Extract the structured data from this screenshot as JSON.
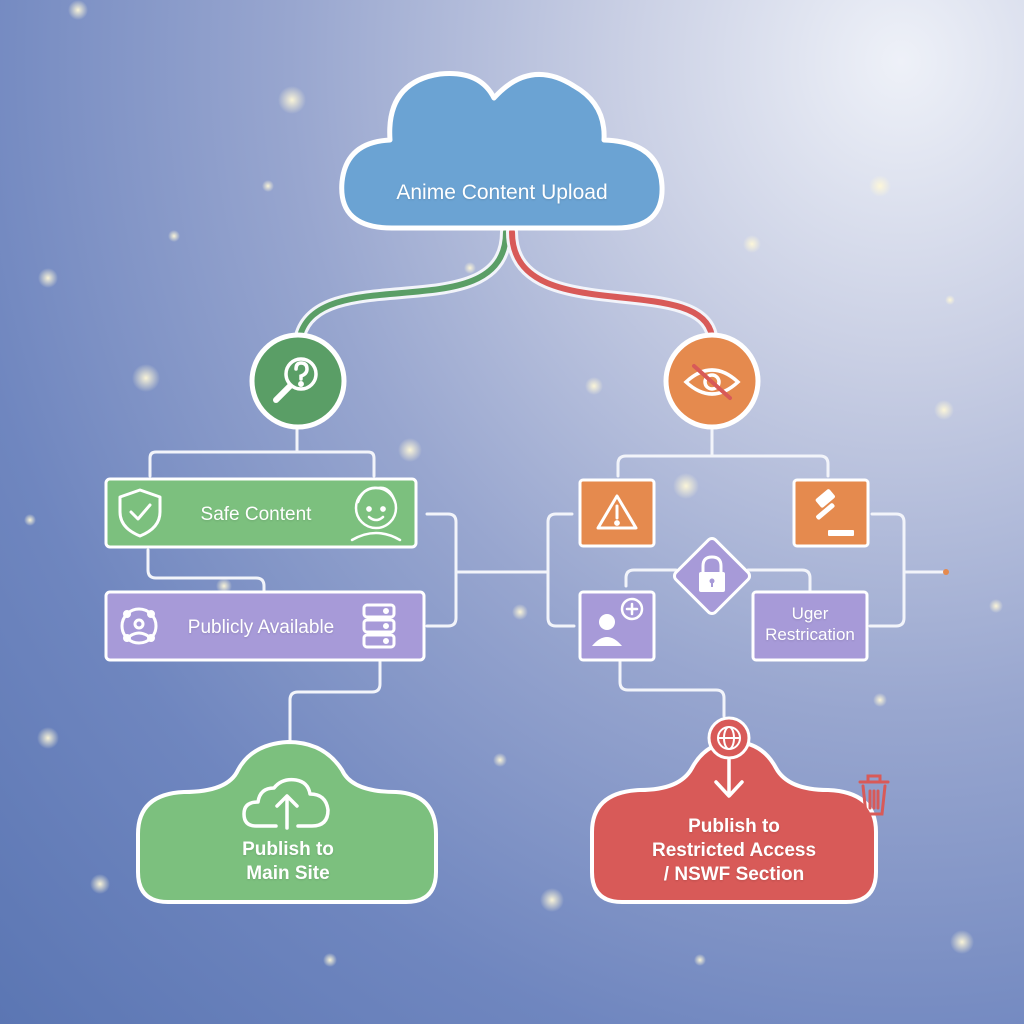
{
  "nodes": {
    "upload": {
      "label": "Anime Content Upload"
    },
    "safe_content": {
      "label": "Safe Content"
    },
    "publicly_available": {
      "label": "Publicly Available"
    },
    "user_restriction": {
      "line1": "Uger",
      "line2": "Restrication"
    },
    "publish_main": {
      "line1": "Publish to",
      "line2": "Main Site"
    },
    "publish_restricted": {
      "line1": "Publish to",
      "line2": "Restricted Access",
      "line3": "/ NSWF Section"
    }
  },
  "colors": {
    "cloud_blue": "#6ba3d3",
    "green": "#7cc07e",
    "green_dark": "#5a9e66",
    "purple": "#a79ad8",
    "orange": "#e58a4e",
    "red": "#d85a58",
    "connector": "#f2f4fa"
  },
  "icons": {
    "review": "magnifier-question-icon",
    "hidden": "eye-slash-icon",
    "shield": "shield-check-icon",
    "child": "child-face-icon",
    "network": "network-hub-icon",
    "database": "database-icon",
    "warning": "warning-triangle-icon",
    "gavel": "gavel-icon",
    "lock": "padlock-icon",
    "add_user": "user-plus-icon",
    "upload": "cloud-upload-icon",
    "globe": "globe-icon",
    "trash": "trash-icon"
  }
}
